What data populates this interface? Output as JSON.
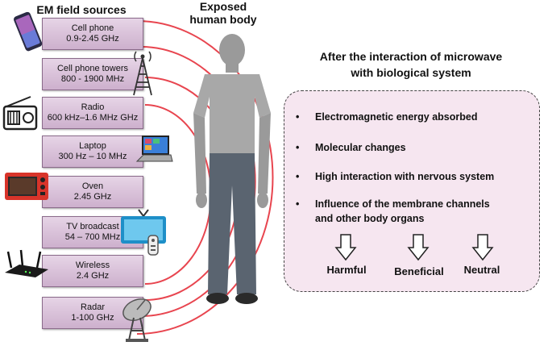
{
  "headings": {
    "sources": "EM field sources",
    "body_line1": "Exposed",
    "body_line2": "human body"
  },
  "sources": [
    {
      "name": "Cell phone",
      "range": "0.9-2.45 GHz",
      "icon": "cell-phone-icon"
    },
    {
      "name": "Cell phone towers",
      "range": "800 - 1900 MHz",
      "icon": "cell-tower-icon"
    },
    {
      "name": "Radio",
      "range": "600 kHz–1.6 MHz GHz",
      "icon": "radio-icon"
    },
    {
      "name": "Laptop",
      "range": "300 Hz – 10 MHz",
      "icon": "laptop-icon"
    },
    {
      "name": "Oven",
      "range": "2.45 GHz",
      "icon": "oven-icon"
    },
    {
      "name": "TV broadcast",
      "range": "54 – 700 MHz",
      "icon": "tv-icon"
    },
    {
      "name": "Wireless",
      "range": "2.4 GHz",
      "icon": "router-icon"
    },
    {
      "name": "Radar",
      "range": "1-100 GHz",
      "icon": "radar-dish-icon"
    }
  ],
  "info": {
    "title_line1": "After the interaction of microwave",
    "title_line2": "with biological system",
    "bullets": [
      "Electromagnetic energy absorbed",
      "Molecular changes",
      "High interaction with nervous system",
      "Influence of the membrane channels",
      "and other body organs"
    ],
    "outcomes": [
      "Harmful",
      "Beneficial",
      "Neutral"
    ]
  },
  "colors": {
    "arc": "#e8454f",
    "box_top": "#e6d4e6",
    "box_bottom": "#cdb0cd",
    "panel_bg": "#f6e6f0",
    "person_gray": "#9a9a9a",
    "shirt": "#a8a8a8",
    "jeans": "#5a6470"
  }
}
